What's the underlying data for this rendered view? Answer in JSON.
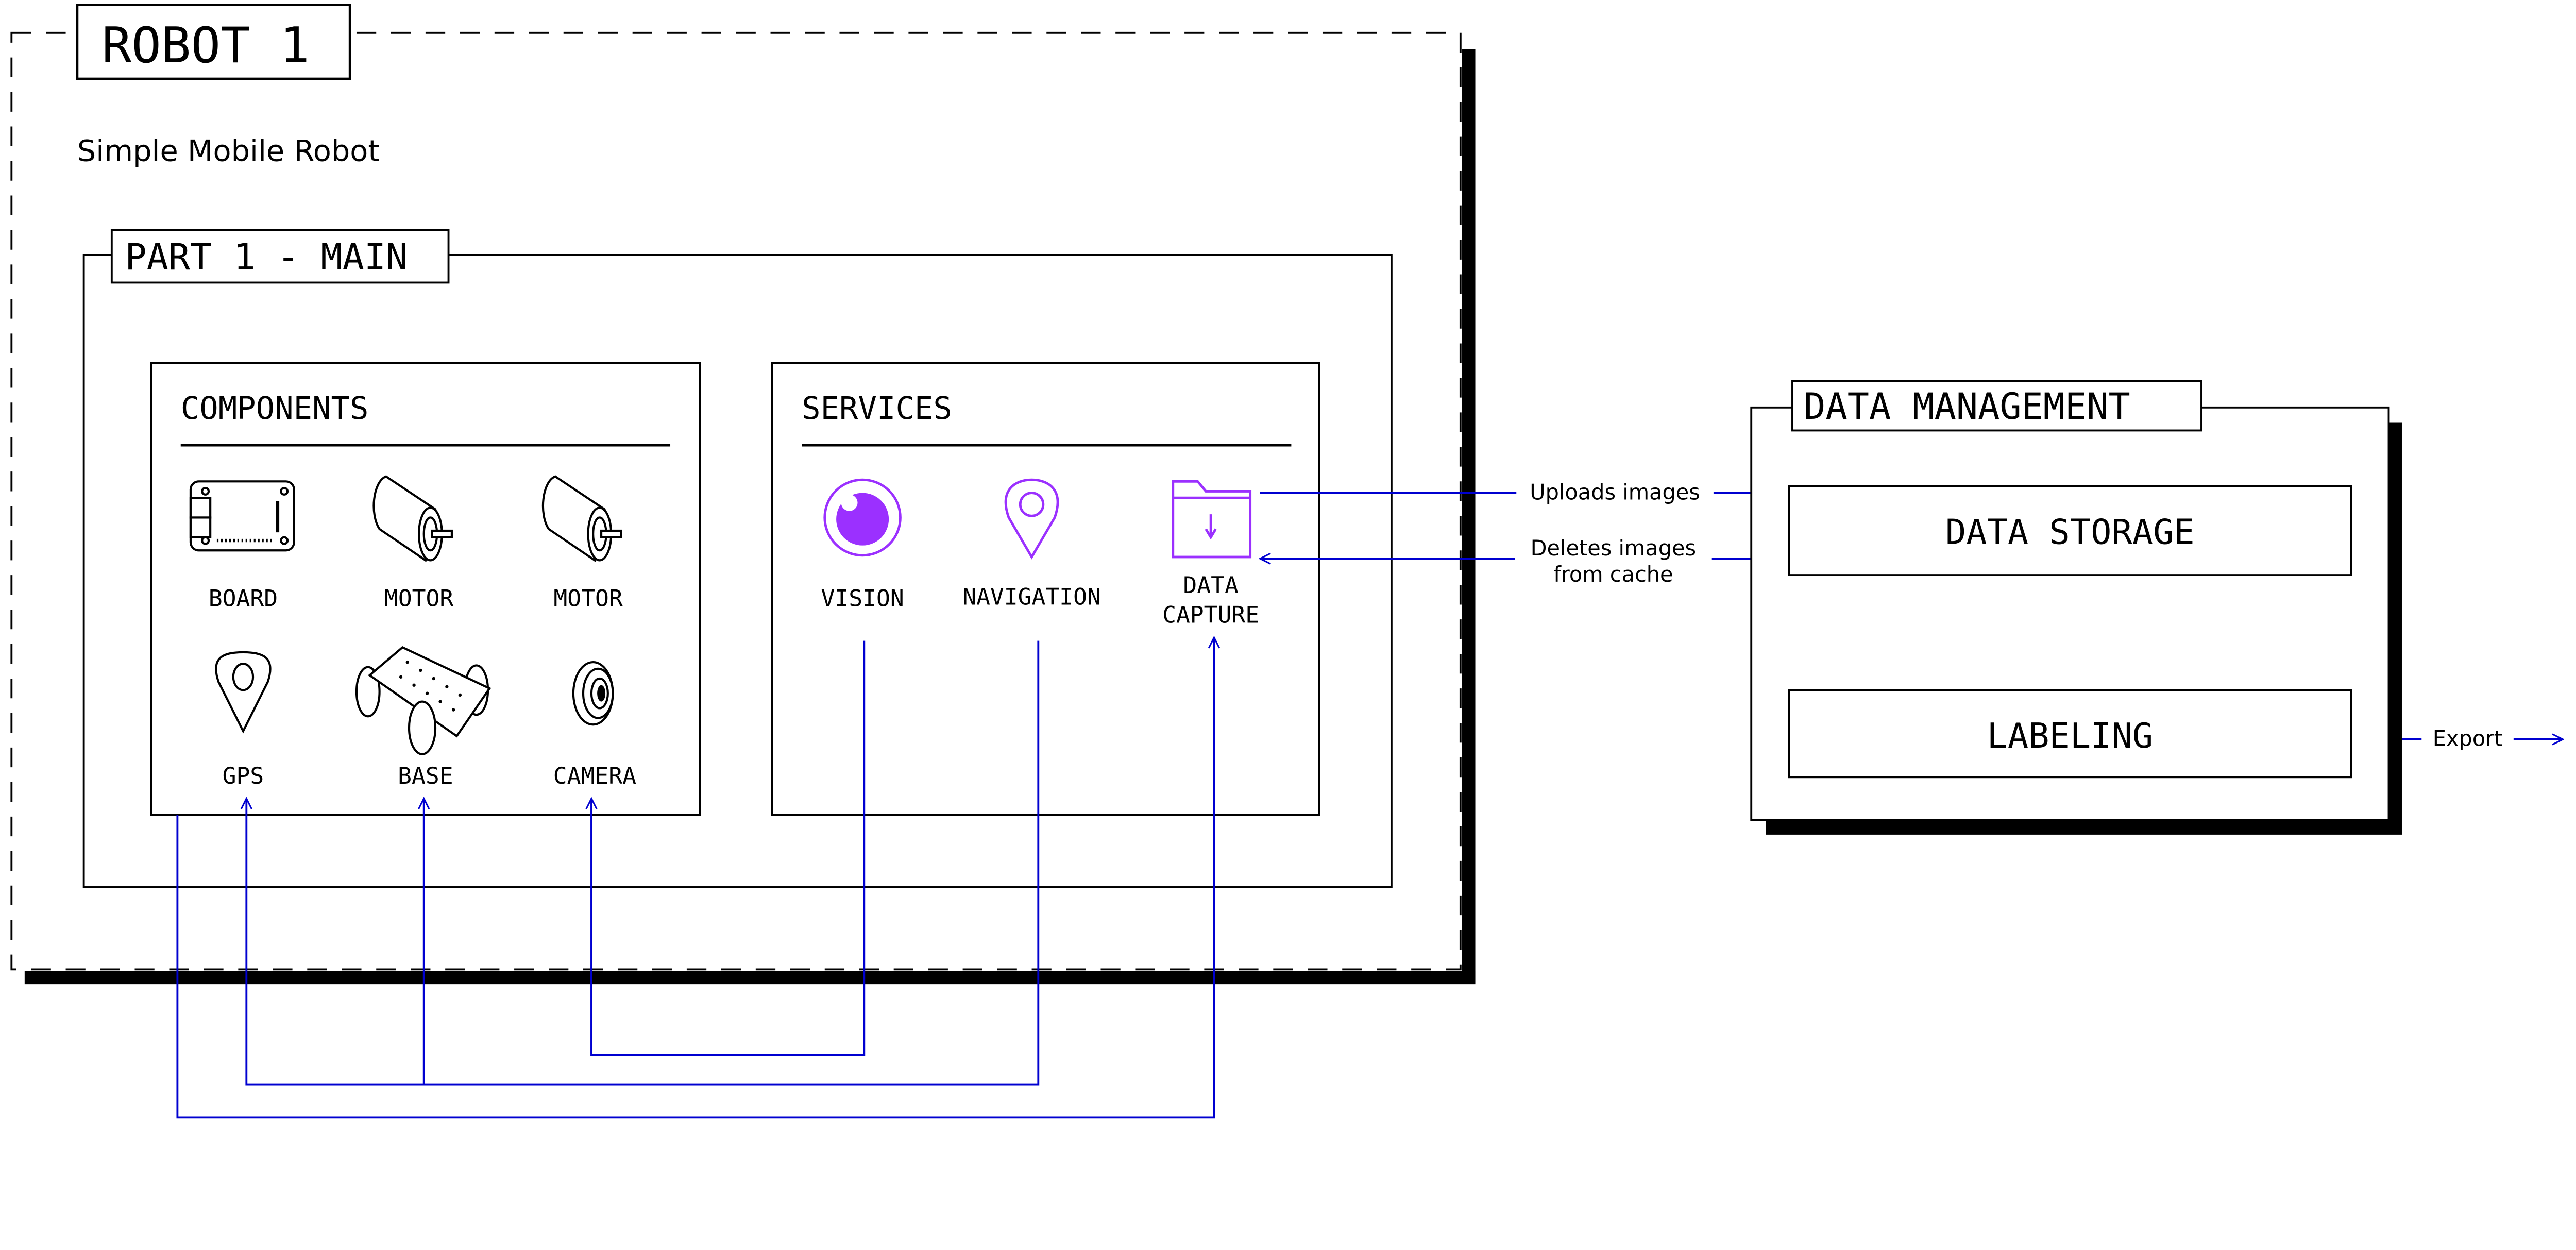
{
  "robot": {
    "title": "ROBOT 1",
    "subtitle": "Simple Mobile Robot"
  },
  "part": {
    "title": "PART 1 - MAIN"
  },
  "components": {
    "title": "COMPONENTS",
    "items": [
      {
        "label": "BOARD",
        "icon": "board-icon"
      },
      {
        "label": "MOTOR",
        "icon": "motor-icon"
      },
      {
        "label": "MOTOR",
        "icon": "motor-icon"
      },
      {
        "label": "GPS",
        "icon": "gps-pin-icon"
      },
      {
        "label": "BASE",
        "icon": "rover-base-icon"
      },
      {
        "label": "CAMERA",
        "icon": "camera-icon"
      }
    ]
  },
  "services": {
    "title": "SERVICES",
    "items": [
      {
        "label": "VISION",
        "icon": "eye-icon"
      },
      {
        "label": "NAVIGATION",
        "icon": "location-pin-icon"
      },
      {
        "label_line1": "DATA",
        "label_line2": "CAPTURE",
        "icon": "folder-download-icon"
      }
    ]
  },
  "data_management": {
    "title": "DATA MANAGEMENT",
    "storage": "DATA STORAGE",
    "labeling": "LABELING"
  },
  "edges": {
    "uploads": "Uploads images",
    "deletes_line1": "Deletes images",
    "deletes_line2": "from cache",
    "export": "Export"
  },
  "colors": {
    "connector": "#0000d0",
    "service_accent": "#9b30ff",
    "frame": "#000000"
  }
}
